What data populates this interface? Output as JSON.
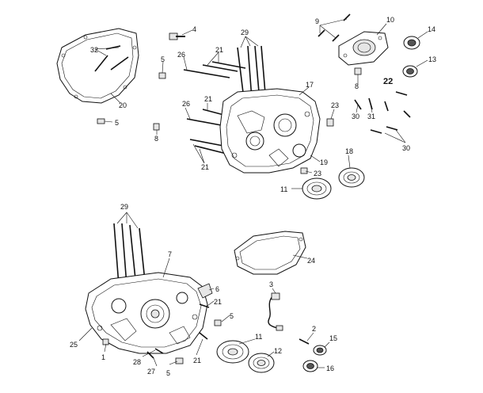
{
  "callouts": {
    "c1": "1",
    "c2": "2",
    "c3": "3",
    "c4": "4",
    "c5a": "5",
    "c5b": "5",
    "c5c": "5",
    "c5d": "5",
    "c6": "6",
    "c7": "7",
    "c8a": "8",
    "c8b": "8",
    "c9": "9",
    "c10": "10",
    "c11a": "11",
    "c11b": "11",
    "c12": "12",
    "c13": "13",
    "c14": "14",
    "c15": "15",
    "c16": "16",
    "c17": "17",
    "c18": "18",
    "c19": "19",
    "c20": "20",
    "c21a": "21",
    "c21b": "21",
    "c21c": "21",
    "c21d": "21",
    "c21e": "21",
    "c22": "22",
    "c23a": "23",
    "c23b": "23",
    "c24": "24",
    "c25": "25",
    "c26a": "26",
    "c26b": "26",
    "c27": "27",
    "c28": "28",
    "c29a": "29",
    "c29b": "29",
    "c30a": "30",
    "c30b": "30",
    "c31": "31",
    "c32": "32"
  }
}
